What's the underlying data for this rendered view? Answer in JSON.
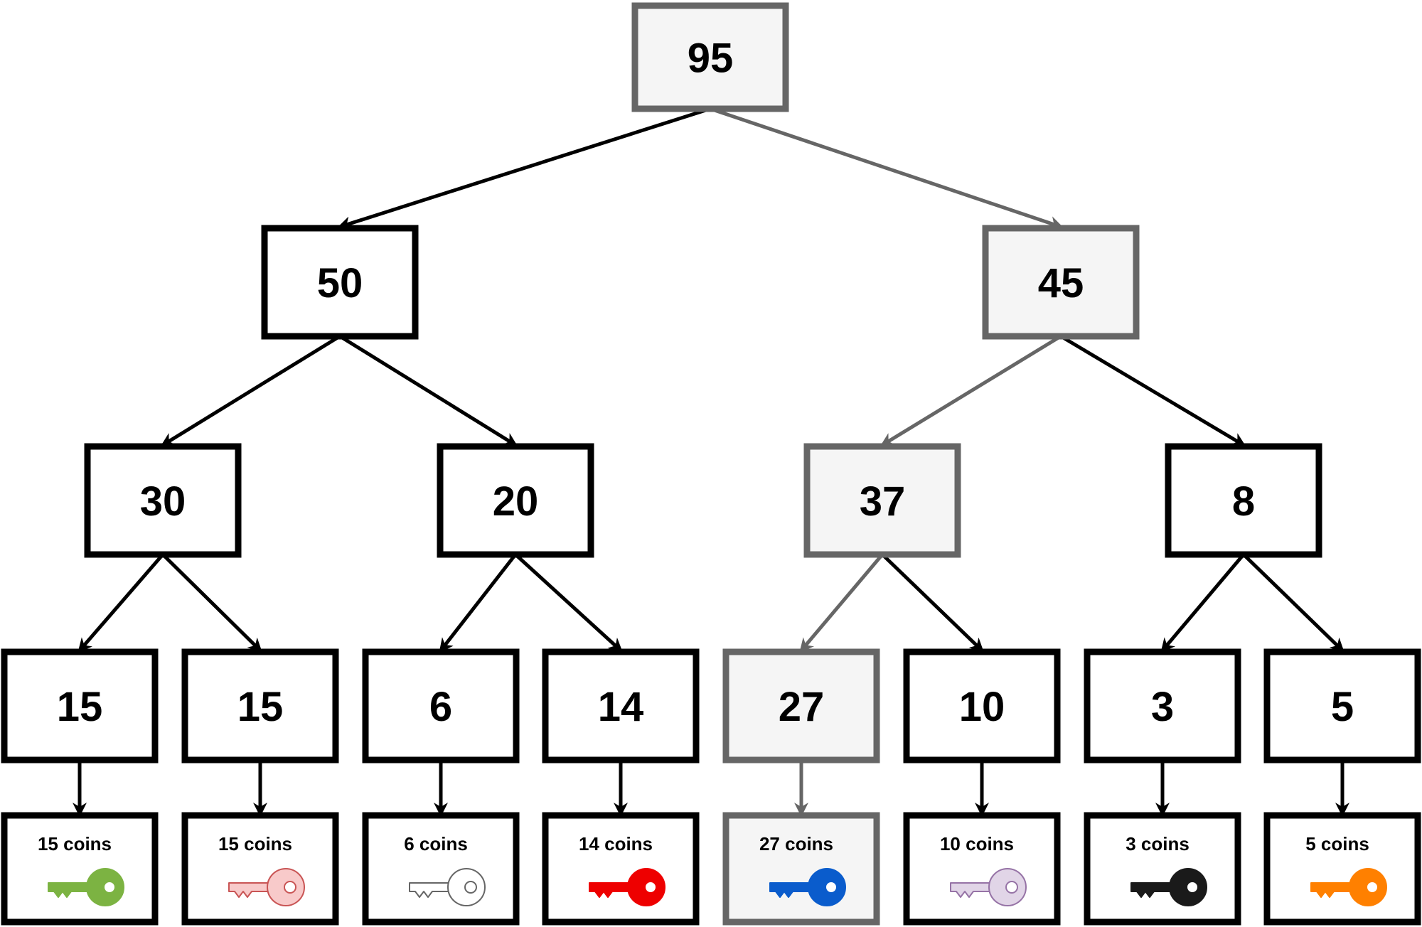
{
  "tree": {
    "root": {
      "id": "n95",
      "value": "95",
      "highlighted": true
    },
    "level1": [
      {
        "id": "n50",
        "value": "50",
        "highlighted": false
      },
      {
        "id": "n45",
        "value": "45",
        "highlighted": true
      }
    ],
    "level2": [
      {
        "id": "n30",
        "value": "30",
        "highlighted": false
      },
      {
        "id": "n20",
        "value": "20",
        "highlighted": false
      },
      {
        "id": "n37",
        "value": "37",
        "highlighted": true
      },
      {
        "id": "n8",
        "value": "8",
        "highlighted": false
      }
    ],
    "level3": [
      {
        "id": "n15a",
        "value": "15",
        "highlighted": false
      },
      {
        "id": "n15b",
        "value": "15",
        "highlighted": false
      },
      {
        "id": "n6",
        "value": "6",
        "highlighted": false
      },
      {
        "id": "n14",
        "value": "14",
        "highlighted": false
      },
      {
        "id": "n27",
        "value": "27",
        "highlighted": true
      },
      {
        "id": "n10",
        "value": "10",
        "highlighted": false
      },
      {
        "id": "n3",
        "value": "3",
        "highlighted": false
      },
      {
        "id": "n5",
        "value": "5",
        "highlighted": false
      }
    ],
    "leaves": [
      {
        "label": "15 coins",
        "key_icon": "key-icon",
        "key_color": "#7cb342",
        "key_outline": "#7cb342",
        "highlighted": false
      },
      {
        "label": "15 coins",
        "key_icon": "key-icon",
        "key_color": "#f8caca",
        "key_outline": "#c95555",
        "highlighted": false
      },
      {
        "label": "6 coins",
        "key_icon": "key-icon",
        "key_color": "#ffffff",
        "key_outline": "#666666",
        "highlighted": false
      },
      {
        "label": "14 coins",
        "key_icon": "key-icon",
        "key_color": "#ee0000",
        "key_outline": "#ee0000",
        "highlighted": false
      },
      {
        "label": "27 coins",
        "key_icon": "key-icon",
        "key_color": "#0a5ccc",
        "key_outline": "#0a5ccc",
        "highlighted": true
      },
      {
        "label": "10 coins",
        "key_icon": "key-icon",
        "key_color": "#e1d5e7",
        "key_outline": "#9673a6",
        "highlighted": false
      },
      {
        "label": "3 coins",
        "key_icon": "key-icon",
        "key_color": "#1a1a1a",
        "key_outline": "#1a1a1a",
        "highlighted": false
      },
      {
        "label": "5 coins",
        "key_icon": "key-icon",
        "key_color": "#ff8000",
        "key_outline": "#ff8000",
        "highlighted": false
      }
    ]
  },
  "colors": {
    "normal_stroke": "#000000",
    "highlight_stroke": "#666666",
    "highlight_fill": "#f5f5f5",
    "normal_fill": "#ffffff"
  }
}
